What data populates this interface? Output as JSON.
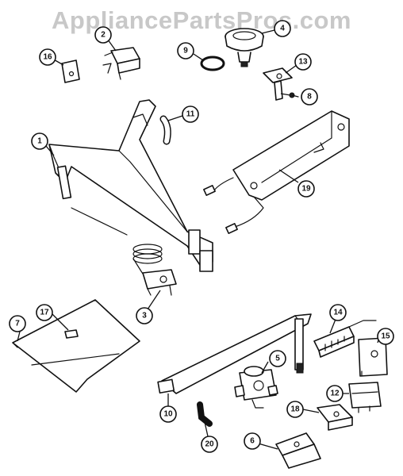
{
  "watermark": "AppliancePartsPros.com",
  "callouts": [
    "1",
    "2",
    "3",
    "4",
    "5",
    "6",
    "7",
    "8",
    "9",
    "10",
    "11",
    "12",
    "13",
    "14",
    "15",
    "16",
    "17",
    "18",
    "19",
    "20"
  ]
}
